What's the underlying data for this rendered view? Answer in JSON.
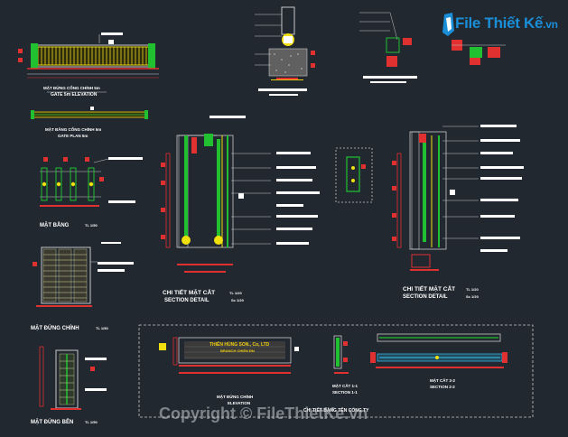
{
  "logo": {
    "brand": "File Thiết Kế",
    "tld": ".vn"
  },
  "watermark": "Copyright © FileThietKe.vn",
  "labels": {
    "gate_elev_1": "MẶT ĐỨNG CỔNG CHÍNH 5m",
    "gate_elev_2": "GATE 5m ELEVATION",
    "gate_plan_1": "MẶT BẰNG CỔNG CHÍNH 5m",
    "gate_plan_2": "GATE PLAN 5m",
    "mat_bang": "MẶT BẰNG",
    "mat_bang_scale": "TL 1/50",
    "mat_dung_chinh": "MẶT ĐỨNG CHÍNH",
    "mat_dung_chinh_scale": "TL 1/50",
    "mat_dung_ben": "MẶT ĐỨNG BÊN",
    "mat_dung_ben_scale": "TL 1/50",
    "section_vn": "CHI TIẾT MẶT CẮT",
    "section_vn_scale": "TL 1/20",
    "section_en": "SECTION DETAIL",
    "section_en_scale": "Sc 1/20",
    "section2_vn": "CHI TIẾT MẶT CẮT",
    "section2_vn_scale": "TL 1/20",
    "section2_en": "SECTION DETAIL",
    "section2_en_scale": "Sc 1/20",
    "sign_company": "THIÊN HÙNG SON., Co, LTD",
    "sign_sub": "BRANCH CHIỂN ĐN",
    "sign_elev_1": "MẶT ĐỨNG CHÍNH",
    "sign_elev_2": "ELEVATION",
    "sign_detail": "CHI TIẾT BẢNG TÊN CỔNG TY",
    "sec11_1": "MẶT CẮT 1-1",
    "sec11_2": "SECTION 1-1",
    "sec22_1": "MẶT CẮT 2-2",
    "sec22_2": "SECTION 2-2"
  }
}
